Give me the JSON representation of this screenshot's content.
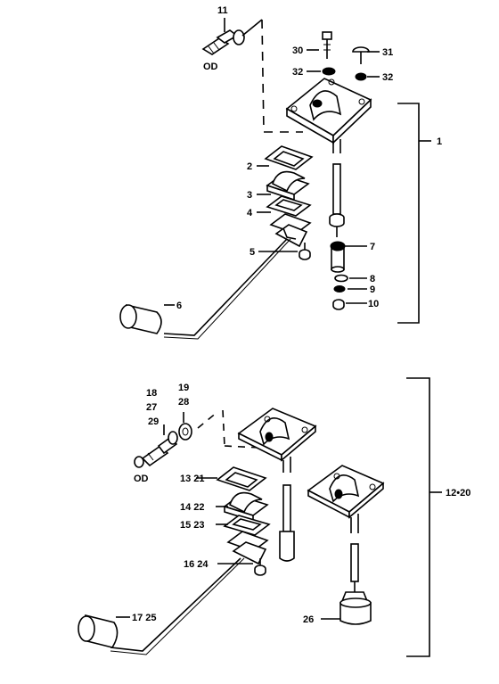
{
  "labels": {
    "p11": "11",
    "p30": "30",
    "p31": "31",
    "p32a": "32",
    "p32b": "32",
    "p1": "1",
    "p2": "2",
    "p3": "3",
    "p4": "4",
    "p5": "5",
    "p6": "6",
    "p7": "7",
    "p8": "8",
    "p9": "9",
    "p10": "10",
    "p19": "19",
    "p28": "28",
    "p18": "18",
    "p27": "27",
    "p29": "29",
    "p13_21": "13  21",
    "p14_22": "14  22",
    "p15_23": "15  23",
    "p16_24": "16  24",
    "p17_25": "17  25",
    "p26": "26",
    "p12_20": "12•20",
    "od_top": "OD",
    "od_bottom": "OD"
  }
}
